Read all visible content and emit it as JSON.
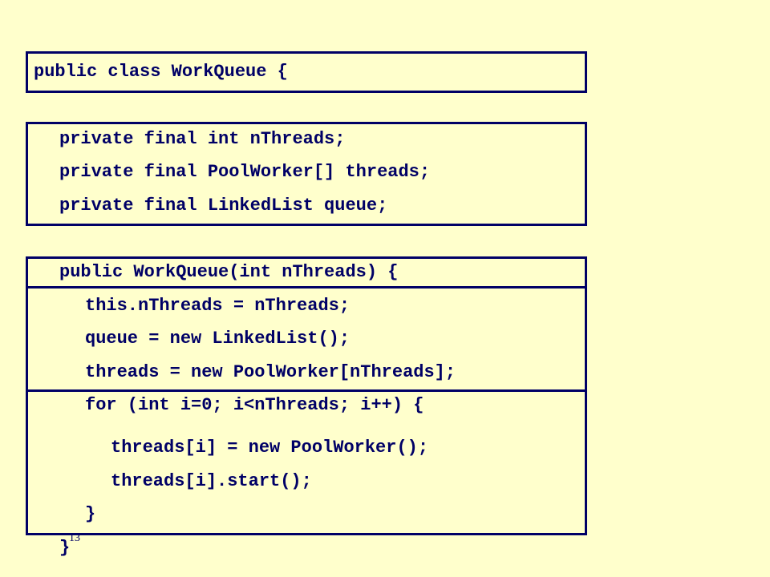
{
  "slide": {
    "background_color": "#ffffcc",
    "text_color": "#000066",
    "border_color": "#000066",
    "slide_number": "13"
  },
  "code": {
    "class_header": "public class WorkQueue {",
    "fields": [
      "private final int nThreads;",
      "private final PoolWorker[] threads;",
      "private final LinkedList queue;"
    ],
    "constructor_header": "public WorkQueue(int nThreads) {",
    "init": [
      "this.nThreads = nThreads;",
      "queue = new LinkedList();",
      "threads = new PoolWorker[nThreads];"
    ],
    "loop_header": "for (int i=0; i<nThreads; i++) {",
    "loop_body": [
      "threads[i] = new PoolWorker();",
      "threads[i].start();"
    ],
    "loop_close": "}",
    "constructor_close": "}"
  }
}
